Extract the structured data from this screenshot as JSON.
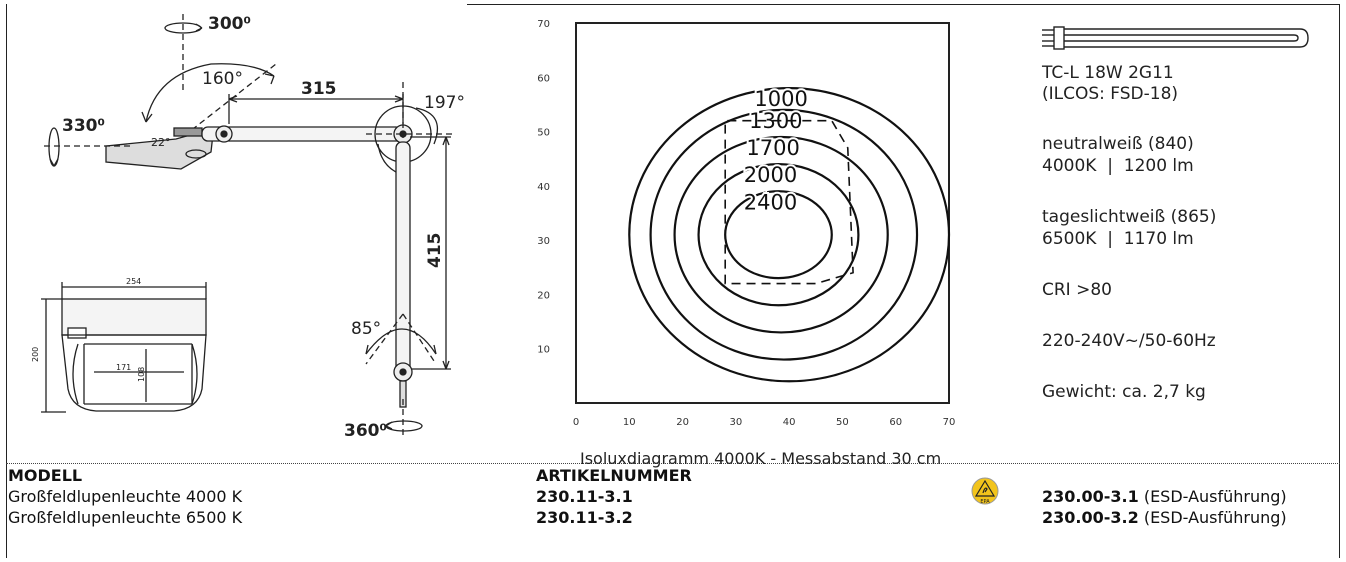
{
  "drawing": {
    "rot_top": "300⁰",
    "angle_tilt": "160°",
    "dim_arm": "315",
    "angle_joint": "197°",
    "rot_head": "330⁰",
    "angle_small": "22°",
    "dim_vertical": "415",
    "angle_lower": "85°",
    "rot_base": "360⁰",
    "head_width": "254",
    "head_height": "200",
    "lens_width": "171",
    "lens_height": "108"
  },
  "chart_data": {
    "type": "contour",
    "title": "Isoluxdiagramm 4000K - Messabstand 30 cm",
    "xlim": [
      0,
      70
    ],
    "ylim": [
      0,
      70
    ],
    "x_ticks": [
      "0",
      "10",
      "20",
      "30",
      "40",
      "50",
      "60",
      "70"
    ],
    "y_ticks": [
      "10",
      "20",
      "30",
      "40",
      "50",
      "60",
      "70"
    ],
    "levels": [
      {
        "label": "1000",
        "cx": 40,
        "cy": 31,
        "rx": 30,
        "ry": 27
      },
      {
        "label": "1300",
        "cx": 39,
        "cy": 31,
        "rx": 25,
        "ry": 23
      },
      {
        "label": "1700",
        "cx": 38.5,
        "cy": 31,
        "rx": 20,
        "ry": 18
      },
      {
        "label": "2000",
        "cx": 38,
        "cy": 31,
        "rx": 15,
        "ry": 13
      },
      {
        "label": "2400",
        "cx": 38,
        "cy": 31,
        "rx": 10,
        "ry": 8
      }
    ],
    "area_polygon": [
      [
        28,
        22
      ],
      [
        28,
        52
      ],
      [
        48,
        52
      ],
      [
        51,
        47
      ],
      [
        52,
        24
      ],
      [
        45,
        22
      ]
    ]
  },
  "specs": {
    "lamp_type": "TC-L 18W 2G11",
    "ilcos": "(ILCOS: FSD-18)",
    "neutral_label": "neutralweiß (840)",
    "neutral_values": "4000K  |  1200 lm",
    "daylight_label": "tageslichtweiß (865)",
    "daylight_values": "6500K  |  1170 lm",
    "cri": "CRI >80",
    "voltage": "220-240V~/50-60Hz",
    "weight": "Gewicht: ca. 2,7 kg"
  },
  "table": {
    "col_model": "MODELL",
    "col_article": "ARTIKELNUMMER",
    "rows": [
      {
        "model": "Großfeldlupenleuchte 4000 K",
        "article": "230.11-3.1",
        "esd_article": "230.00-3.1",
        "esd_note": " (ESD-Ausführung)"
      },
      {
        "model": "Großfeldlupenleuchte 6500 K",
        "article": "230.11-3.2",
        "esd_article": "230.00-3.2",
        "esd_note": " (ESD-Ausführung)"
      }
    ],
    "esd_badge_text": "EPA"
  },
  "colors": {
    "esd_yellow": "#f2c41c",
    "line": "#222222"
  }
}
